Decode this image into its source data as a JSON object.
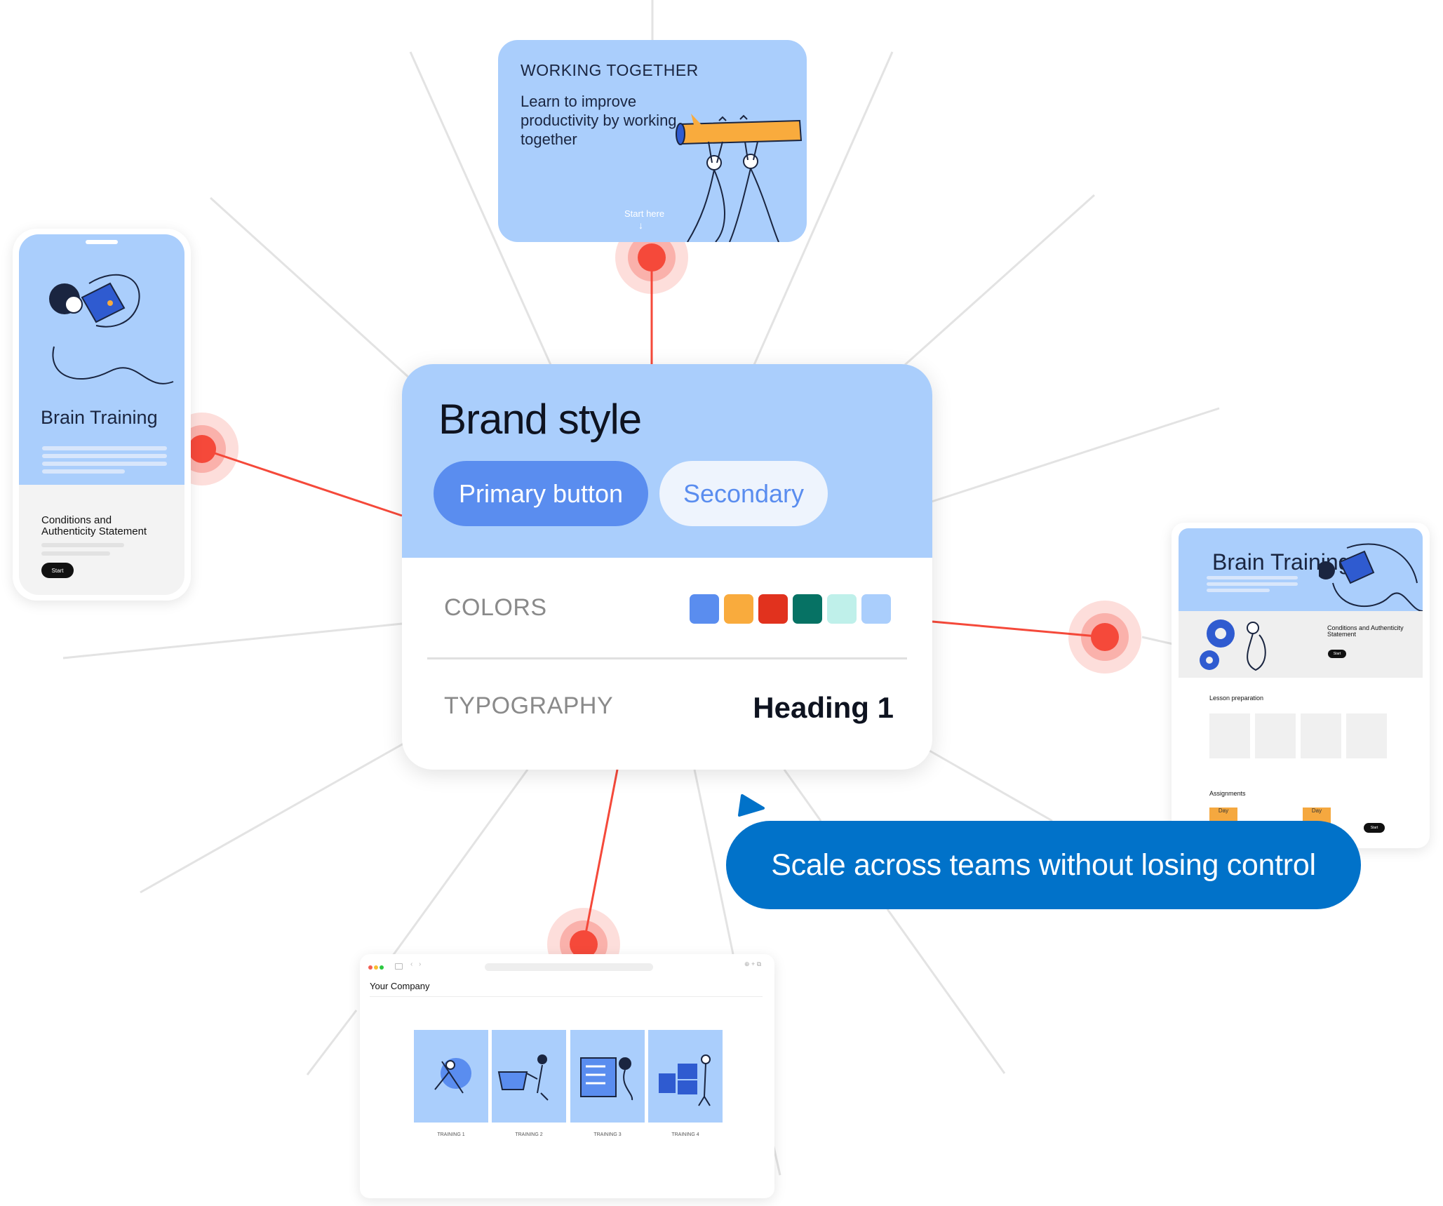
{
  "brand_card": {
    "title": "Brand style",
    "primary_button": "Primary button",
    "secondary_button": "Secondary",
    "colors_label": "COLORS",
    "swatches": [
      "#5a8def",
      "#f9ab3d",
      "#e1321e",
      "#067264",
      "#bff0ea",
      "#aacefc"
    ],
    "typography_label": "TYPOGRAPHY",
    "heading_sample": "Heading 1"
  },
  "working_together_card": {
    "kicker": "WORKING TOGETHER",
    "subtitle": "Learn to improve productivity by working together",
    "cta": "Start here"
  },
  "phone_card": {
    "title": "Brain Training",
    "section": "Conditions and Authenticity Statement",
    "button": "Start"
  },
  "lms_card": {
    "title": "Brain Training",
    "section": "Conditions and Authenticity Statement",
    "button": "Start",
    "lesson_heading": "Lesson preparation",
    "assignments_heading": "Assignments",
    "day_label": "Day",
    "bottom_button": "Start"
  },
  "browser_card": {
    "company": "Your Company",
    "trainings": [
      "TRAINING 1",
      "TRAINING 2",
      "TRAINING 3",
      "TRAINING 4"
    ]
  },
  "tagline": "Scale across teams without losing control",
  "colors": {
    "accent_blue": "#0172c9",
    "light_blue": "#aacefc",
    "marker_red": "#f5493a"
  }
}
